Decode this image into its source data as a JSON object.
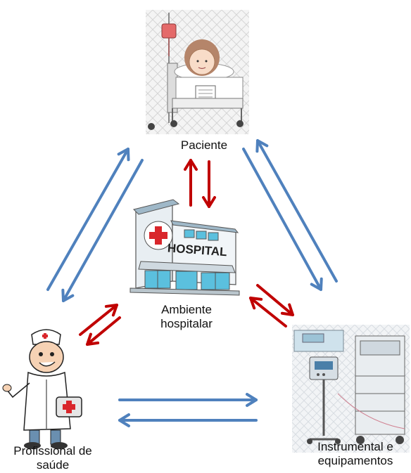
{
  "nodes": {
    "patient": {
      "label": "Paciente",
      "icon": "patient-in-hospital-bed-icon"
    },
    "environment": {
      "label_line1": "Ambiente",
      "label_line2": "hospitalar",
      "icon": "hospital-building-icon"
    },
    "professional": {
      "label_line1": "Profissional de",
      "label_line2": "saúde",
      "icon": "doctor-icon"
    },
    "equipment": {
      "label_line1": "Instrumental e",
      "label_line2": "equipamentos",
      "icon": "medical-equipment-icon"
    }
  },
  "colors": {
    "outer_arrows": "#4f81bd",
    "inner_arrows": "#c00000",
    "hospital_roof": "#9fb8c8",
    "hospital_glass": "#5bc0de",
    "cross": "#d9262b"
  }
}
